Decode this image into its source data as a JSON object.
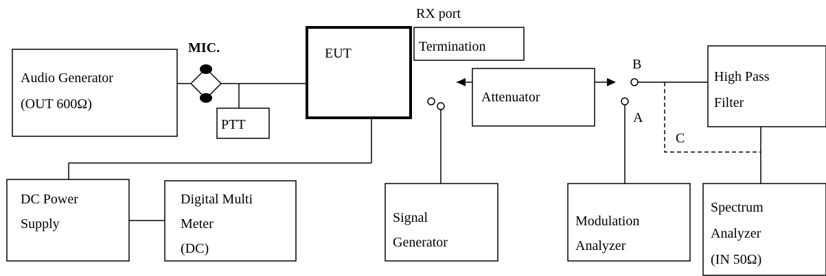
{
  "labels": {
    "audio_gen_1": "Audio Generator",
    "audio_gen_2": "(OUT 600Ω)",
    "mic": "MIC.",
    "ptt": "PTT",
    "eut": "EUT",
    "rx_port": "RX port",
    "termination": "Termination",
    "attenuator": "Attenuator",
    "point_b": "B",
    "point_a": "A",
    "point_c": "C",
    "hpf_1": "High Pass",
    "hpf_2": "Filter",
    "dc_1": "DC Power",
    "dc_2": "Supply",
    "dmm_1": "Digital Multi",
    "dmm_2": "Meter",
    "dmm_3": "(DC)",
    "sig_1": "Signal",
    "sig_2": "Generator",
    "mod_1": "Modulation",
    "mod_2": "Analyzer",
    "spec_1": "Spectrum",
    "spec_2": "Analyzer",
    "spec_3": "(IN 50Ω)"
  }
}
